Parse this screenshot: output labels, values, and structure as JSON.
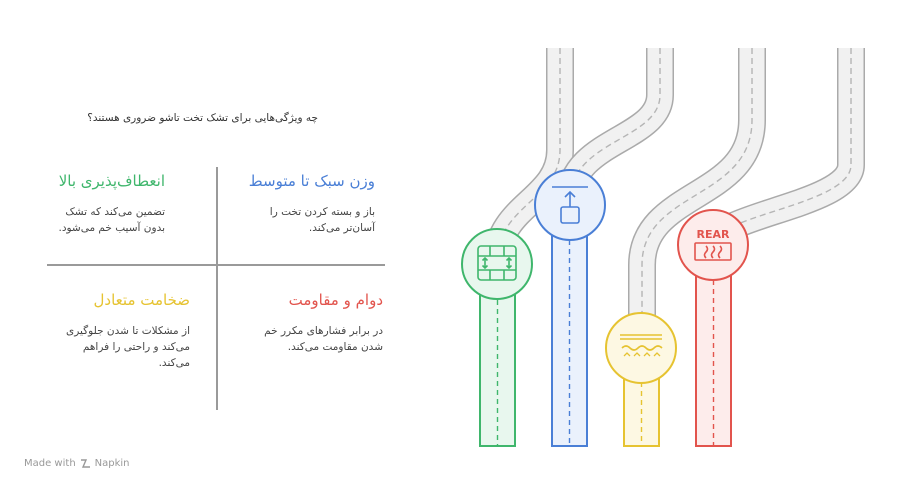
{
  "title": "چه ویژگی‌هایی برای تشک تخت تاشو ضروری هستند؟",
  "features": {
    "lightweight": {
      "heading": "وزن سبک تا متوسط",
      "desc": [
        "باز و بسته کردن تخت را",
        "آسان‌تر می‌کند."
      ],
      "color": "#4a7fd6"
    },
    "flexibility": {
      "heading": "انعطاف‌پذیری بالا",
      "desc": [
        "تضمین می‌کند که تشک",
        "بدون آسیب خم می‌شود."
      ],
      "color": "#3fb66c"
    },
    "durability": {
      "heading": "دوام و مقاومت",
      "desc": [
        "در برابر فشارهای مکرر خم",
        "شدن مقاومت می‌کند."
      ],
      "color": "#e2544d"
    },
    "thickness": {
      "heading": "ضخامت متعادل",
      "desc": [
        "از مشکلات تا شدن جلوگیری",
        "می‌کند و راحتی را فراهم",
        "می‌کند."
      ],
      "color": "#e6c331"
    }
  },
  "badges": {
    "flexibility": {
      "icon": "foldable-grid-icon",
      "color": "#3fb66c",
      "fill": "#e8f7ee"
    },
    "lightweight": {
      "icon": "upload-box-icon",
      "color": "#4a7fd6",
      "fill": "#eaf1fc"
    },
    "thickness": {
      "icon": "thickness-layer-icon",
      "color": "#e6c331",
      "fill": "#fdf8e3"
    },
    "durability": {
      "icon": "rear-defrost-icon",
      "color": "#e2544d",
      "fill": "#fdeceb",
      "label": "REAR"
    }
  },
  "footer": {
    "text": "Made with",
    "brand": "Napkin"
  }
}
